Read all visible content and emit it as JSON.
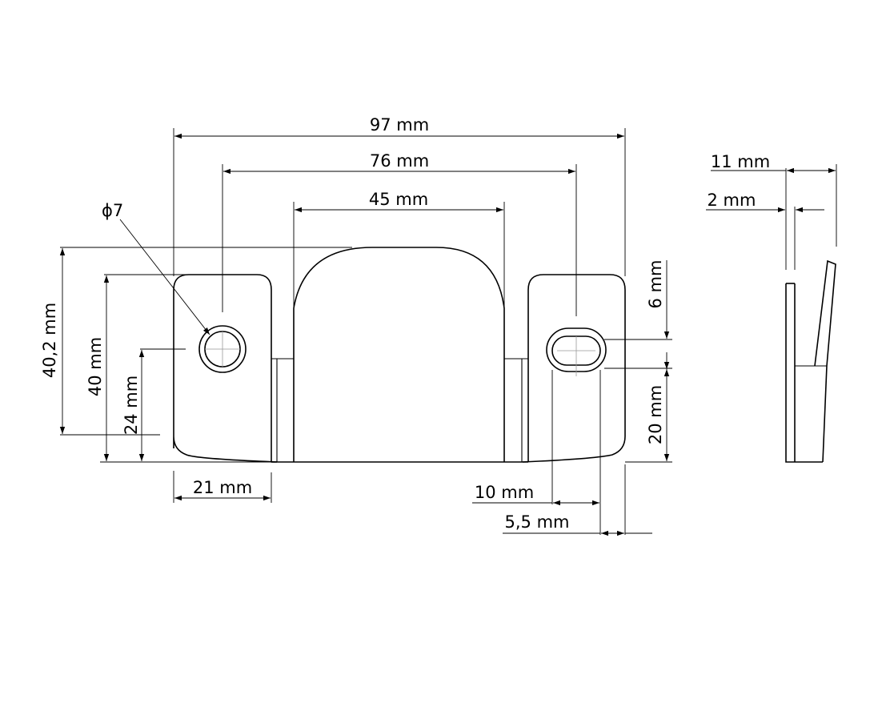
{
  "drawing": {
    "dimensions": {
      "overall_width": "97 mm",
      "hole_spacing": "76 mm",
      "tongue_width": "45 mm",
      "total_height": "40,2 mm",
      "plate_height": "40 mm",
      "hole_height": "24 mm",
      "hole_diameter": "ϕ7",
      "tab_width": "21 mm",
      "slot_length": "10 mm",
      "slot_edge_offset": "5,5 mm",
      "slot_width": "6 mm",
      "slot_height": "20 mm",
      "side_depth": "11 mm",
      "thickness": "2 mm"
    },
    "colors": {
      "line": "#000000",
      "background": "#ffffff",
      "centerline": "#999999"
    }
  }
}
